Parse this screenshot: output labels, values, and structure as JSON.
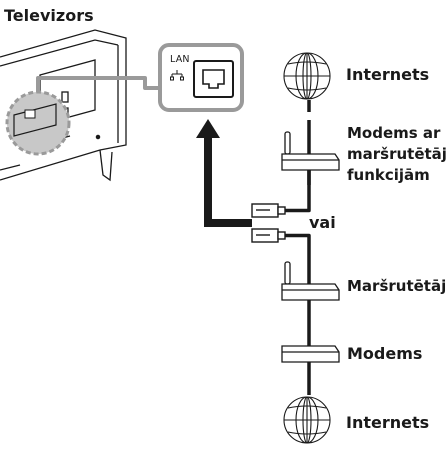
{
  "labels": {
    "tv": "Televizors",
    "internet_top": "Internets",
    "modem_with_router": "Modems ar maršrutētāja funkcijām",
    "or": "vai",
    "router": "Maršrutētājs",
    "modem": "Modems",
    "internet_bottom": "Internets",
    "lan_port": "LAN"
  },
  "icons": [
    "tv-rear-panel-illustration",
    "lan-port-icon",
    "globe-icon",
    "modem-router-icon",
    "ethernet-plug-icon",
    "router-icon",
    "modem-icon",
    "arrow-up-icon"
  ],
  "colors": {
    "line": "#1a1a1a",
    "highlight_frame": "#9a9a9a",
    "zoom_fill": "#c8c8c8"
  }
}
